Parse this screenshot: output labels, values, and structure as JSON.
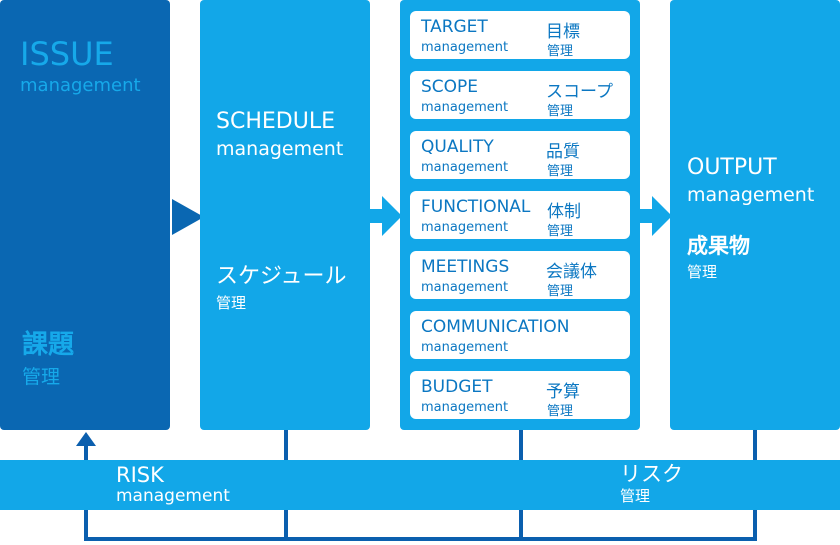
{
  "issue": {
    "title": "ISSUE",
    "subtitle": "management",
    "jp_title": "課題",
    "jp_subtitle": "管理"
  },
  "schedule": {
    "title": "SCHEDULE",
    "subtitle": "management",
    "jp_title": "スケジュール",
    "jp_subtitle": "管理"
  },
  "items": [
    {
      "en": "TARGET",
      "en_sub": "management",
      "jp": "目標",
      "jp_sub": "管理"
    },
    {
      "en": "SCOPE",
      "en_sub": "management",
      "jp": "スコープ",
      "jp_sub": "管理"
    },
    {
      "en": "QUALITY",
      "en_sub": "management",
      "jp": "品質",
      "jp_sub": "管理"
    },
    {
      "en": "FUNCTIONAL",
      "en_sub": "management",
      "jp": "体制",
      "jp_sub": "管理"
    },
    {
      "en": "MEETINGS",
      "en_sub": "management",
      "jp": "会議体",
      "jp_sub": "管理"
    },
    {
      "en": "COMMUNICATION",
      "en_sub": "management",
      "jp": "",
      "jp_sub": ""
    },
    {
      "en": "BUDGET",
      "en_sub": "management",
      "jp": "予算",
      "jp_sub": "管理"
    }
  ],
  "output": {
    "title": "OUTPUT",
    "subtitle": "management",
    "jp_title": "成果物",
    "jp_subtitle": "管理"
  },
  "risk": {
    "title": "RISK",
    "subtitle": "management",
    "jp_title": "リスク",
    "jp_subtitle": "管理"
  },
  "colors": {
    "dark_blue": "#0a67b2",
    "light_blue": "#12a7e8",
    "card_text": "#0b77c2",
    "connector": "#0b5fae"
  }
}
